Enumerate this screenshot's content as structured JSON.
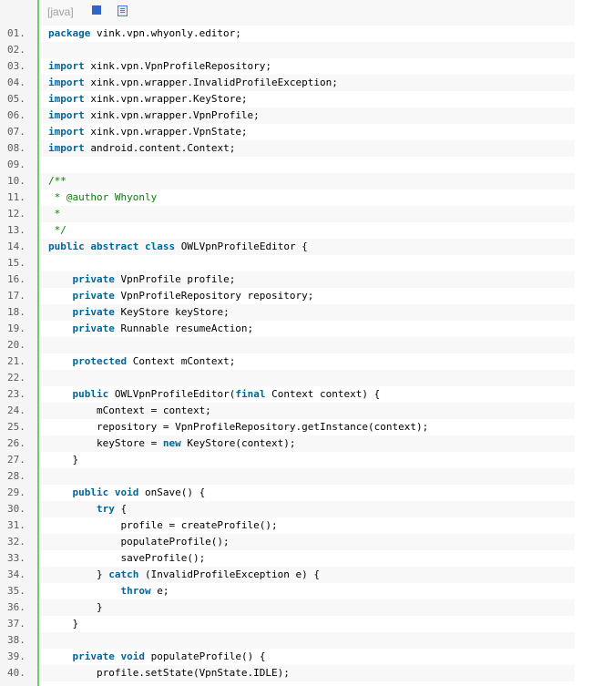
{
  "toolbar": {
    "language_label": "[java]",
    "view_icon": "view-source-icon",
    "copy_icon": "copy-icon"
  },
  "colors": {
    "gutter_border": "#6ccb6c",
    "keyword": "#006699",
    "comment": "#008200",
    "line_number": "#5c5c5c"
  },
  "lines": [
    {
      "num": "01.",
      "tokens": [
        {
          "t": "kw",
          "v": "package"
        },
        {
          "t": "p",
          "v": " vink.vpn.whyonly.editor;"
        }
      ]
    },
    {
      "num": "02.",
      "tokens": []
    },
    {
      "num": "03.",
      "tokens": [
        {
          "t": "kw",
          "v": "import"
        },
        {
          "t": "p",
          "v": " xink.vpn.VpnProfileRepository;"
        }
      ]
    },
    {
      "num": "04.",
      "tokens": [
        {
          "t": "kw",
          "v": "import"
        },
        {
          "t": "p",
          "v": " xink.vpn.wrapper.InvalidProfileException;"
        }
      ]
    },
    {
      "num": "05.",
      "tokens": [
        {
          "t": "kw",
          "v": "import"
        },
        {
          "t": "p",
          "v": " xink.vpn.wrapper.KeyStore;"
        }
      ]
    },
    {
      "num": "06.",
      "tokens": [
        {
          "t": "kw",
          "v": "import"
        },
        {
          "t": "p",
          "v": " xink.vpn.wrapper.VpnProfile;"
        }
      ]
    },
    {
      "num": "07.",
      "tokens": [
        {
          "t": "kw",
          "v": "import"
        },
        {
          "t": "p",
          "v": " xink.vpn.wrapper.VpnState;"
        }
      ]
    },
    {
      "num": "08.",
      "tokens": [
        {
          "t": "kw",
          "v": "import"
        },
        {
          "t": "p",
          "v": " android.content.Context;"
        }
      ]
    },
    {
      "num": "09.",
      "tokens": []
    },
    {
      "num": "10.",
      "tokens": [
        {
          "t": "cm",
          "v": "/**"
        }
      ]
    },
    {
      "num": "11.",
      "tokens": [
        {
          "t": "cm",
          "v": " * @author Whyonly"
        }
      ]
    },
    {
      "num": "12.",
      "tokens": [
        {
          "t": "cm",
          "v": " *"
        }
      ]
    },
    {
      "num": "13.",
      "tokens": [
        {
          "t": "cm",
          "v": " */"
        }
      ]
    },
    {
      "num": "14.",
      "tokens": [
        {
          "t": "kw",
          "v": "public"
        },
        {
          "t": "p",
          "v": " "
        },
        {
          "t": "kw",
          "v": "abstract"
        },
        {
          "t": "p",
          "v": " "
        },
        {
          "t": "kw",
          "v": "class"
        },
        {
          "t": "p",
          "v": " OWLVpnProfileEditor {"
        }
      ]
    },
    {
      "num": "15.",
      "tokens": []
    },
    {
      "num": "16.",
      "tokens": [
        {
          "t": "p",
          "v": "    "
        },
        {
          "t": "kw",
          "v": "private"
        },
        {
          "t": "p",
          "v": " VpnProfile profile;"
        }
      ]
    },
    {
      "num": "17.",
      "tokens": [
        {
          "t": "p",
          "v": "    "
        },
        {
          "t": "kw",
          "v": "private"
        },
        {
          "t": "p",
          "v": " VpnProfileRepository repository;"
        }
      ]
    },
    {
      "num": "18.",
      "tokens": [
        {
          "t": "p",
          "v": "    "
        },
        {
          "t": "kw",
          "v": "private"
        },
        {
          "t": "p",
          "v": " KeyStore keyStore;"
        }
      ]
    },
    {
      "num": "19.",
      "tokens": [
        {
          "t": "p",
          "v": "    "
        },
        {
          "t": "kw",
          "v": "private"
        },
        {
          "t": "p",
          "v": " Runnable resumeAction;"
        }
      ]
    },
    {
      "num": "20.",
      "tokens": []
    },
    {
      "num": "21.",
      "tokens": [
        {
          "t": "p",
          "v": "    "
        },
        {
          "t": "kw",
          "v": "protected"
        },
        {
          "t": "p",
          "v": " Context mContext;"
        }
      ]
    },
    {
      "num": "22.",
      "tokens": []
    },
    {
      "num": "23.",
      "tokens": [
        {
          "t": "p",
          "v": "    "
        },
        {
          "t": "kw",
          "v": "public"
        },
        {
          "t": "p",
          "v": " OWLVpnProfileEditor("
        },
        {
          "t": "kw",
          "v": "final"
        },
        {
          "t": "p",
          "v": " Context context) {"
        }
      ]
    },
    {
      "num": "24.",
      "tokens": [
        {
          "t": "p",
          "v": "        mContext = context;"
        }
      ]
    },
    {
      "num": "25.",
      "tokens": [
        {
          "t": "p",
          "v": "        repository = VpnProfileRepository.getInstance(context);"
        }
      ]
    },
    {
      "num": "26.",
      "tokens": [
        {
          "t": "p",
          "v": "        keyStore = "
        },
        {
          "t": "kw",
          "v": "new"
        },
        {
          "t": "p",
          "v": " KeyStore(context);"
        }
      ]
    },
    {
      "num": "27.",
      "tokens": [
        {
          "t": "p",
          "v": "    }"
        }
      ]
    },
    {
      "num": "28.",
      "tokens": []
    },
    {
      "num": "29.",
      "tokens": [
        {
          "t": "p",
          "v": "    "
        },
        {
          "t": "kw",
          "v": "public"
        },
        {
          "t": "p",
          "v": " "
        },
        {
          "t": "kw",
          "v": "void"
        },
        {
          "t": "p",
          "v": " onSave() {"
        }
      ]
    },
    {
      "num": "30.",
      "tokens": [
        {
          "t": "p",
          "v": "        "
        },
        {
          "t": "kw",
          "v": "try"
        },
        {
          "t": "p",
          "v": " {"
        }
      ]
    },
    {
      "num": "31.",
      "tokens": [
        {
          "t": "p",
          "v": "            profile = createProfile();"
        }
      ]
    },
    {
      "num": "32.",
      "tokens": [
        {
          "t": "p",
          "v": "            populateProfile();"
        }
      ]
    },
    {
      "num": "33.",
      "tokens": [
        {
          "t": "p",
          "v": "            saveProfile();"
        }
      ]
    },
    {
      "num": "34.",
      "tokens": [
        {
          "t": "p",
          "v": "        } "
        },
        {
          "t": "kw",
          "v": "catch"
        },
        {
          "t": "p",
          "v": " (InvalidProfileException e) {"
        }
      ]
    },
    {
      "num": "35.",
      "tokens": [
        {
          "t": "p",
          "v": "            "
        },
        {
          "t": "kw",
          "v": "throw"
        },
        {
          "t": "p",
          "v": " e;"
        }
      ]
    },
    {
      "num": "36.",
      "tokens": [
        {
          "t": "p",
          "v": "        }"
        }
      ]
    },
    {
      "num": "37.",
      "tokens": [
        {
          "t": "p",
          "v": "    }"
        }
      ]
    },
    {
      "num": "38.",
      "tokens": []
    },
    {
      "num": "39.",
      "tokens": [
        {
          "t": "p",
          "v": "    "
        },
        {
          "t": "kw",
          "v": "private"
        },
        {
          "t": "p",
          "v": " "
        },
        {
          "t": "kw",
          "v": "void"
        },
        {
          "t": "p",
          "v": " populateProfile() {"
        }
      ]
    },
    {
      "num": "40.",
      "tokens": [
        {
          "t": "p",
          "v": "        profile.setState(VpnState.IDLE);"
        }
      ]
    }
  ]
}
